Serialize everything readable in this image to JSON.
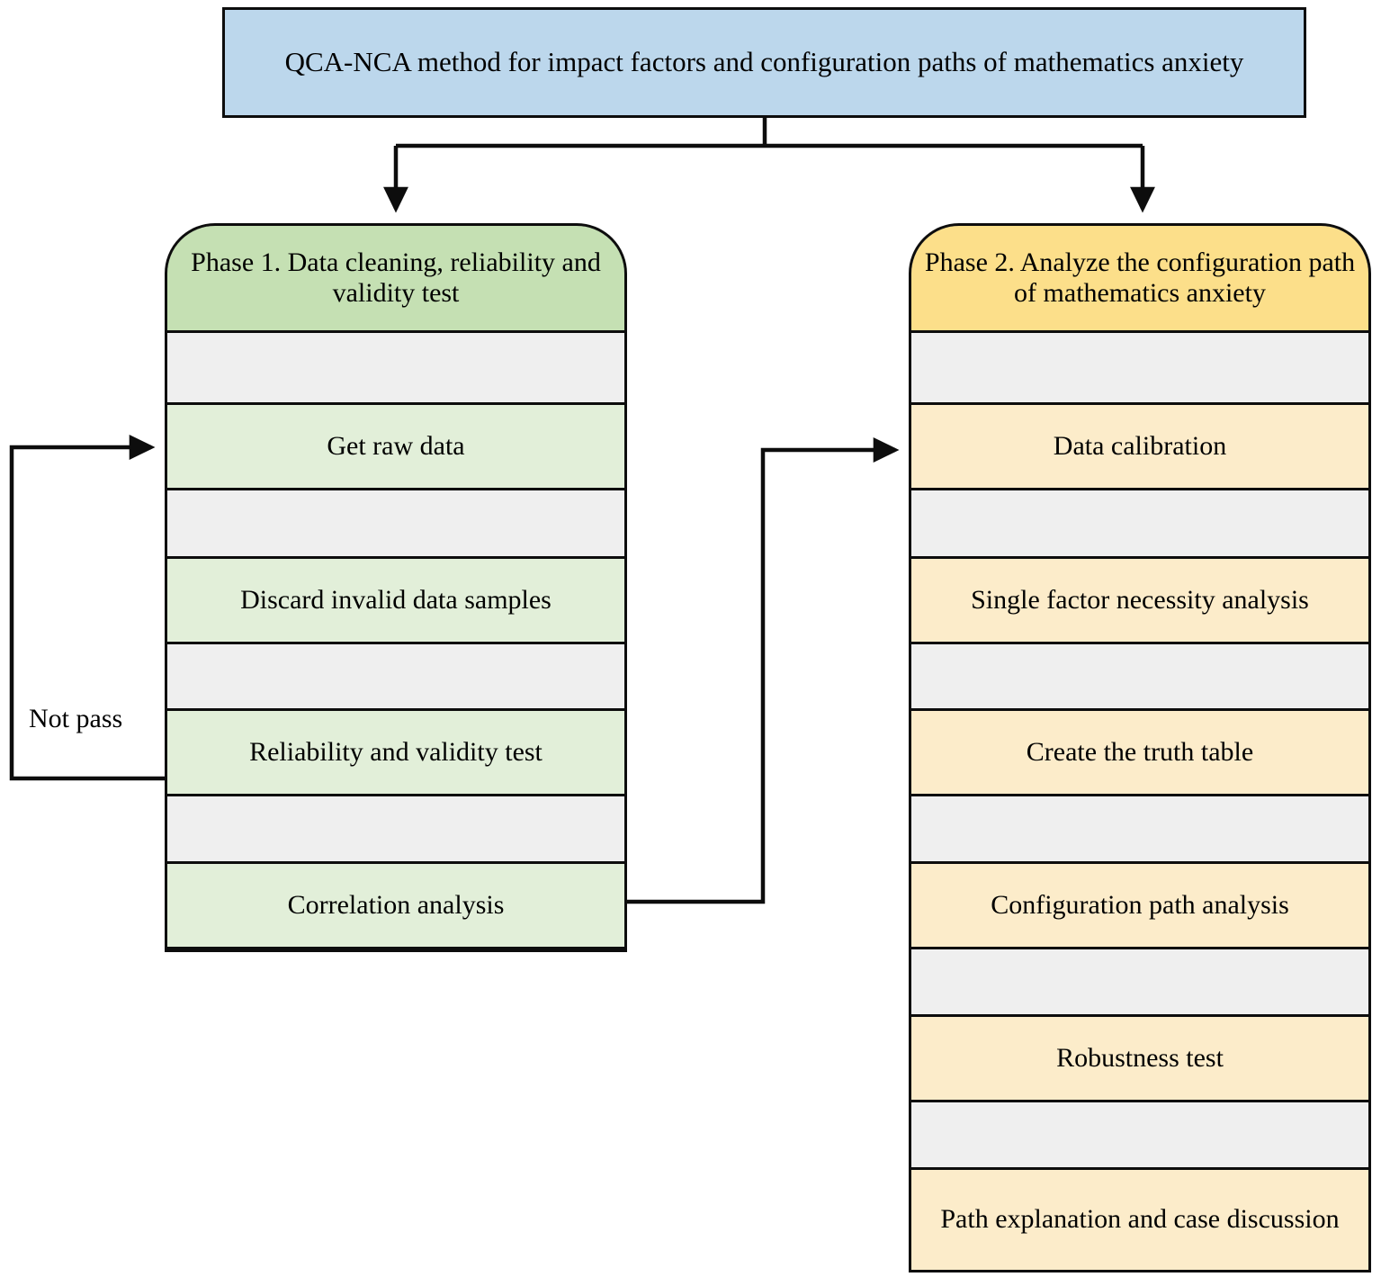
{
  "diagram": {
    "type": "flowchart",
    "title": "QCA-NCA method for impact factors and configuration paths of mathematics anxiety",
    "colors": {
      "title_fill": "#bcd7ec",
      "phase1_header_fill": "#c5e0b3",
      "phase1_step_fill": "#e2efd9",
      "phase2_header_fill": "#fcdf8a",
      "phase2_step_fill": "#fcecca",
      "container_fill": "#efefef",
      "stroke": "#0d0d0d",
      "background": "#ffffff"
    }
  },
  "phase1": {
    "header": "Phase 1. Data cleaning,  reliability and validity test",
    "steps": [
      {
        "label": "Get raw data"
      },
      {
        "label": "Discard invalid data samples"
      },
      {
        "label": "Reliability and validity test"
      },
      {
        "label": "Correlation analysis"
      }
    ]
  },
  "phase2": {
    "header": "Phase 2. Analyze the configuration path of mathematics anxiety",
    "steps": [
      {
        "label": "Data calibration"
      },
      {
        "label": "Single factor necessity analysis"
      },
      {
        "label": "Create the truth table"
      },
      {
        "label": "Configuration path analysis"
      },
      {
        "label": "Robustness test"
      },
      {
        "label": "Path explanation and case discussion"
      }
    ]
  },
  "edges": {
    "feedback_label": "Not pass"
  }
}
